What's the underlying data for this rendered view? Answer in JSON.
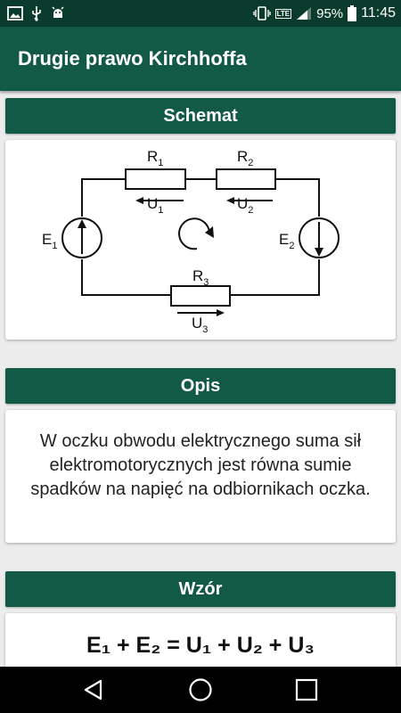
{
  "status": {
    "battery": "95%",
    "time": "11:45",
    "network": "LTE"
  },
  "app": {
    "title": "Drugie prawo Kirchhoffa"
  },
  "sections": {
    "schemat": "Schemat",
    "opis": "Opis",
    "wzor": "Wzór"
  },
  "circuit": {
    "r1": "R",
    "r1_sub": "1",
    "r2": "R",
    "r2_sub": "2",
    "r3": "R",
    "r3_sub": "3",
    "u1": "U",
    "u1_sub": "1",
    "u2": "U",
    "u2_sub": "2",
    "u3": "U",
    "u3_sub": "3",
    "e1": "E",
    "e1_sub": "1",
    "e2": "E",
    "e2_sub": "2"
  },
  "description": "W oczku obwodu elektrycznego suma sił elektromotorycznych jest równa sumie spadków na napięć na odbiornikach oczka.",
  "formula": "E₁ + E₂ = U₁ + U₂ + U₃",
  "colors": {
    "primary": "#125a45",
    "status": "#0b3b2c"
  }
}
